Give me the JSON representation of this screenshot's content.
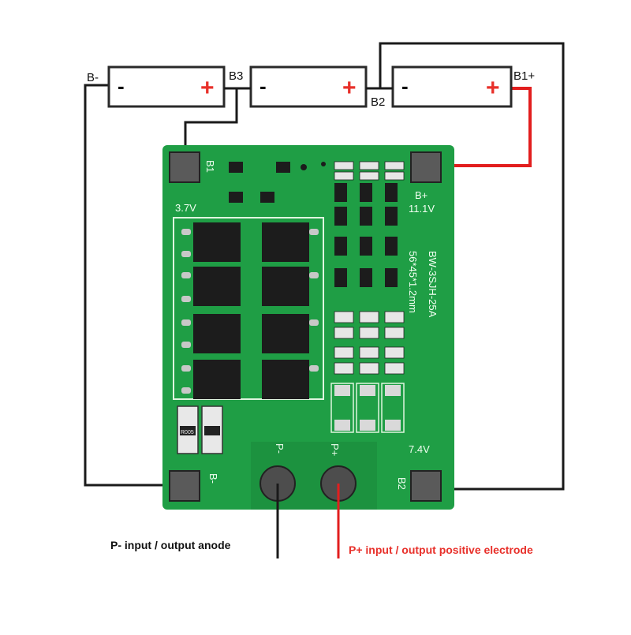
{
  "colors": {
    "pcb": "#1f9e45",
    "pcb_dark": "#167a33",
    "wire_black": "#1a1a1a",
    "wire_red": "#e21e1e",
    "plus_sign": "#e8302a"
  },
  "batteries": [
    {
      "minus": "-",
      "plus": "+"
    },
    {
      "minus": "-",
      "plus": "+"
    },
    {
      "minus": "-",
      "plus": "+"
    }
  ],
  "terminal_labels": {
    "b_minus": "B-",
    "b3": "B3",
    "b2": "B2",
    "b1_plus": "B1+"
  },
  "board": {
    "pad_b1": "B1",
    "v_3_7": "3.7V",
    "pad_b_plus": "B+",
    "v_11_1": "11.1V",
    "model": "BW-3SJH-25A",
    "dims": "56*45*1.2mm",
    "v_7_4": "7.4V",
    "pad_b_minus": "B-",
    "pad_b2": "B2",
    "p_minus": "P-",
    "p_plus": "P+",
    "part_code": "R005"
  },
  "captions": {
    "p_minus": "P- input / output anode",
    "p_plus": "P+ input / output positive electrode"
  }
}
